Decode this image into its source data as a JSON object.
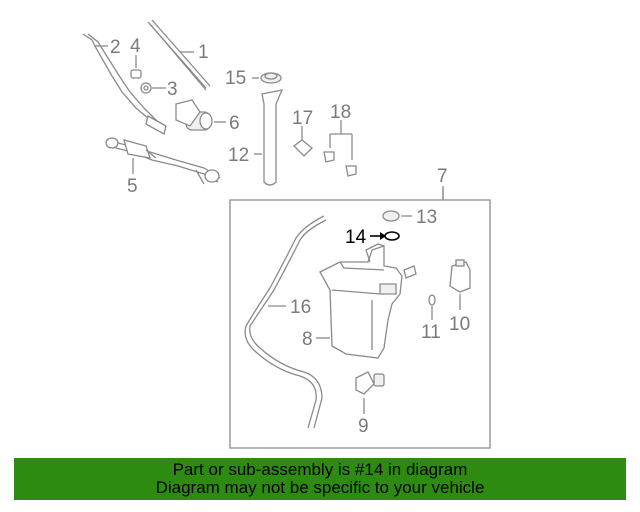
{
  "labels": {
    "l1": "1",
    "l2": "2",
    "l3": "3",
    "l4": "4",
    "l5": "5",
    "l6": "6",
    "l7": "7",
    "l8": "8",
    "l9": "9",
    "l10": "10",
    "l11": "11",
    "l12": "12",
    "l13": "13",
    "l14": "14",
    "l15": "15",
    "l16": "16",
    "l17": "17",
    "l18": "18"
  },
  "footer": {
    "line1": "Part or sub-assembly is #14 in diagram",
    "line2": "Diagram may not be specific to your vehicle"
  },
  "colors": {
    "footer_bg": "#2e8b12",
    "highlight": "#000000",
    "lines": "#8a8a8a"
  }
}
